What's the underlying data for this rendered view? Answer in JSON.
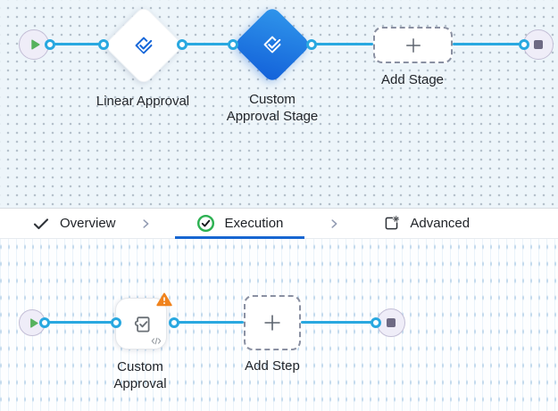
{
  "stage_editor": {
    "start": {
      "icon": "play-icon"
    },
    "stages": [
      {
        "label": "Linear Approval",
        "icon": "approval-check-icon",
        "selected": false
      },
      {
        "label": "Custom Approval Stage",
        "icon": "approval-check-icon",
        "selected": true
      }
    ],
    "add_button": {
      "label": "Add Stage",
      "icon": "plus-icon"
    },
    "end": {
      "icon": "stop-icon"
    }
  },
  "tab_bar": {
    "tabs": [
      {
        "label": "Overview",
        "icon": "check-icon",
        "active": false
      },
      {
        "label": "Execution",
        "icon": "success-check-circle-icon",
        "active": true
      },
      {
        "label": "Advanced",
        "icon": "box-gear-icon",
        "active": false
      }
    ]
  },
  "step_editor": {
    "start": {
      "icon": "play-icon"
    },
    "steps": [
      {
        "label": "Custom Approval",
        "icon": "puzzle-check-icon",
        "has_warning": true,
        "warning_icon": "warning-triangle-icon",
        "corner_icon": "code-icon"
      }
    ],
    "add_button": {
      "label": "Add Step",
      "icon": "plus-icon"
    },
    "end": {
      "icon": "stop-icon"
    }
  },
  "colors": {
    "edge_blue": "#29a8e0",
    "selected_node_blue": "#1a73e4",
    "active_tab_underline": "#1766d1",
    "success_green": "#2db152",
    "warning_orange": "#f0831d",
    "play_green": "#57b25e",
    "stop_slate": "#6e6a84",
    "canvas_top_bg": "#edf5fa",
    "canvas_bottom_bg": "#ffffff"
  }
}
